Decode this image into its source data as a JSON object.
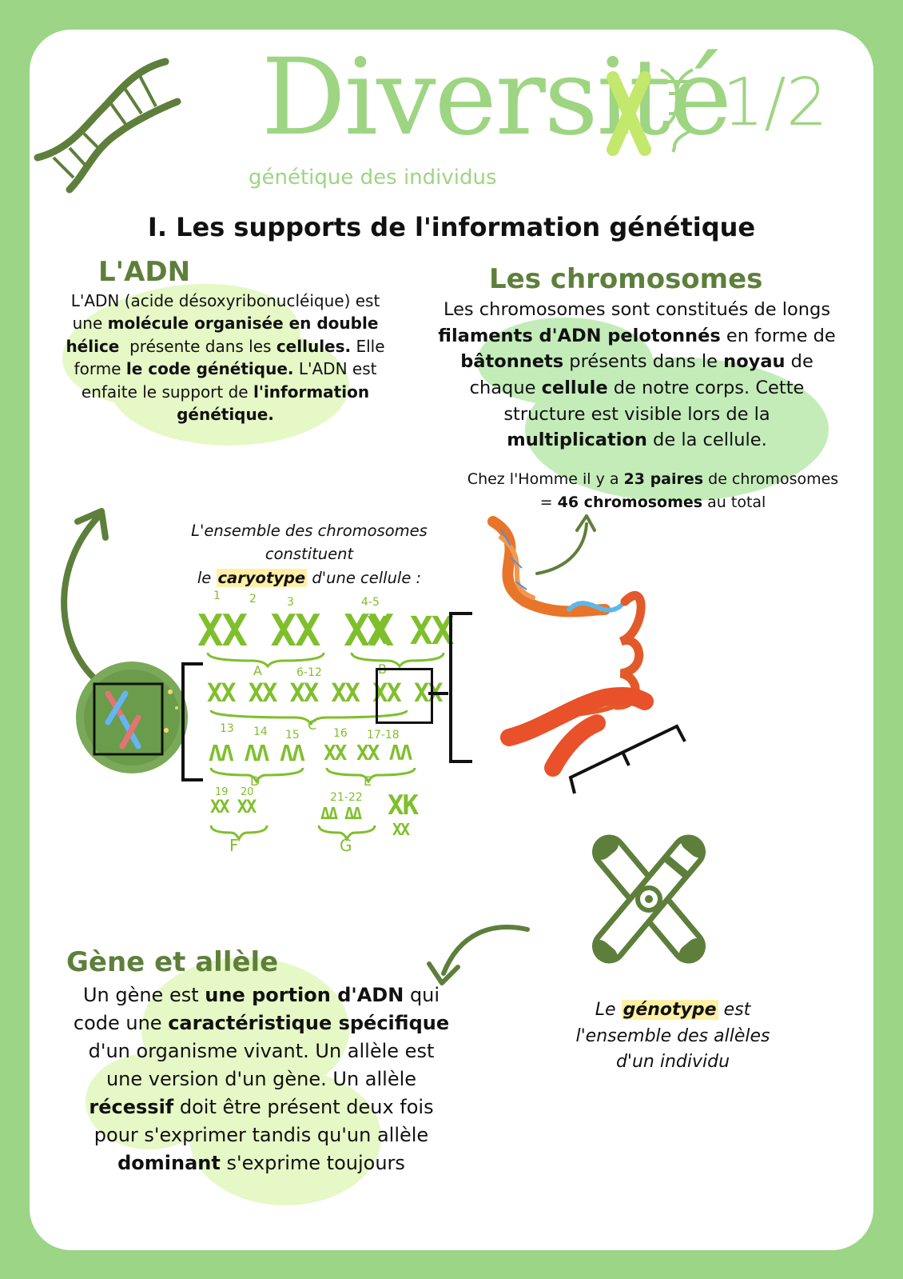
{
  "header": {
    "title": "Diversité",
    "fraction": "1/2",
    "subtitle": "génétique des individus"
  },
  "section": {
    "title": "I. Les supports de l'information génétique"
  },
  "adn": {
    "heading": "L'ADN",
    "line1": "L'ADN (acide désoxyribonucléique) est",
    "line2_pre": "une ",
    "line2_b": "molécule organisée en double",
    "line3_b": "hélice",
    "line3_mid": "  présente dans les ",
    "line3_b2": "cellules.",
    "line3_post": " Elle",
    "line4_pre": "forme ",
    "line4_b": "le code génétique.",
    "line4_post": " L'ADN est",
    "line5_pre": "enfaite le support de ",
    "line5_b": "l'information",
    "line6_b": "génétique."
  },
  "chromosomes": {
    "heading": "Les chromosomes",
    "line1": "Les chromosomes sont constitués de longs",
    "line2_b": "filaments d'ADN pelotonnés",
    "line2_post": " en forme de",
    "line3_b": "bâtonnets",
    "line3_mid": " présents dans le ",
    "line3_b2": "noyau",
    "line3_post": " de",
    "line4_pre": "chaque ",
    "line4_b": "cellule",
    "line4_post": " de notre corps. Cette",
    "line5": "structure est visible lors de la",
    "line6_b": "multiplication",
    "line6_post": " de la cellule.",
    "count_pre": "Chez l'Homme il y a ",
    "count_b": "23 paires",
    "count_post": " de chromosomes",
    "total_pre": "= ",
    "total_b": "46 chromosomes",
    "total_post": " au total"
  },
  "caryotype": {
    "line1": "L'ensemble des chromosomes",
    "line2": "constituent",
    "line3_pre": "le ",
    "line3_hl": "caryotype",
    "line3_post": " d'une cellule :",
    "groups": {
      "n1": "1",
      "n2": "2",
      "n3": "3",
      "n45": "4-5",
      "A": "A",
      "B": "B",
      "n612": "6-12",
      "C": "C",
      "n13": "13",
      "n14": "14",
      "n15": "15",
      "n16": "16",
      "n1718": "17-18",
      "D": "D",
      "E": "E",
      "n19": "19",
      "n20": "20",
      "n2122": "21-22",
      "F": "F",
      "G": "G"
    }
  },
  "gene": {
    "heading": "Gène et allèle",
    "line1_pre": "Un gène est ",
    "line1_b": "une portion d'ADN",
    "line1_post": " qui",
    "line2_pre": "code une ",
    "line2_b": "caractéristique spécifique",
    "line3": "d'un organisme vivant. Un allèle est",
    "line4": "une version d'un gène. Un allèle",
    "line5_b": "récessif",
    "line5_post": " doit être présent deux fois",
    "line6": "pour s'exprimer tandis qu'un allèle",
    "line7_b": "dominant",
    "line7_post": " s'exprime toujours"
  },
  "genotype": {
    "line1_pre": "Le ",
    "line1_hl": "génotype",
    "line1_post": " est",
    "line2": "l'ensemble des allèles",
    "line3": "d'un individu"
  },
  "colors": {
    "page_bg": "#9bd585",
    "title_green": "#9ed583",
    "heading_green": "#5d7f3b",
    "blob_green": "#c3ecb9",
    "blob_yellow": "#e5f8c6",
    "karyo_green": "#7fbf2c",
    "highlight": "#fff0a6"
  },
  "icons": [
    "dna-icon",
    "chromosome-icon",
    "cell-icon",
    "dna-coil-icon",
    "arrow-icon"
  ]
}
